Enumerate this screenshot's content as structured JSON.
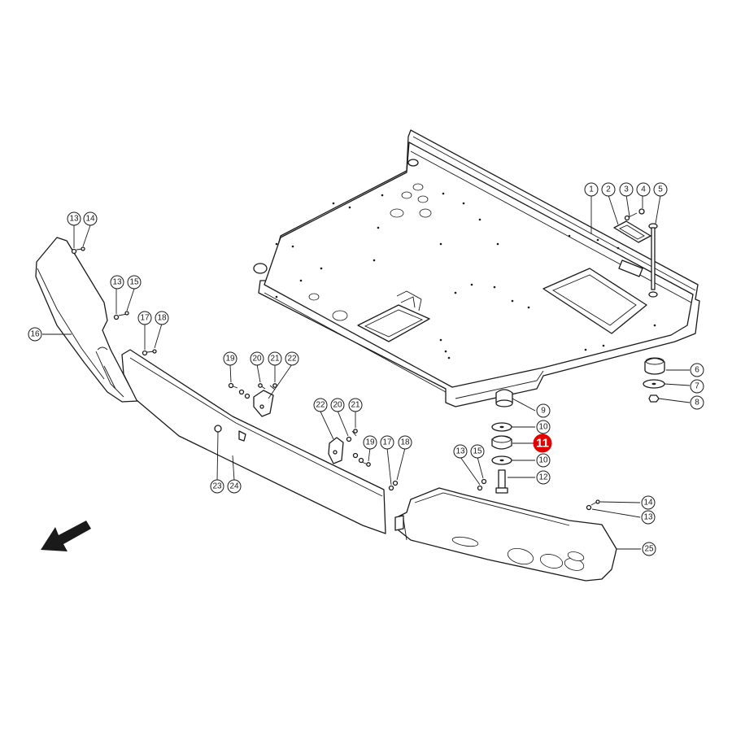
{
  "diagram": {
    "highlight_color": "#e50000",
    "line_color": "#1a1a1a",
    "direction_arrow": "arrow-icon",
    "highlighted_label": "11",
    "callouts": [
      {
        "id": "c1",
        "label": "1"
      },
      {
        "id": "c2",
        "label": "2"
      },
      {
        "id": "c3",
        "label": "3"
      },
      {
        "id": "c4",
        "label": "4"
      },
      {
        "id": "c5",
        "label": "5"
      },
      {
        "id": "c6",
        "label": "6"
      },
      {
        "id": "c7",
        "label": "7"
      },
      {
        "id": "c8",
        "label": "8"
      },
      {
        "id": "c9",
        "label": "9"
      },
      {
        "id": "c10a",
        "label": "10"
      },
      {
        "id": "c11",
        "label": "11"
      },
      {
        "id": "c10b",
        "label": "10"
      },
      {
        "id": "c12",
        "label": "12"
      },
      {
        "id": "c13a",
        "label": "13"
      },
      {
        "id": "c14a",
        "label": "14"
      },
      {
        "id": "c13b",
        "label": "13"
      },
      {
        "id": "c15a",
        "label": "15"
      },
      {
        "id": "c16",
        "label": "16"
      },
      {
        "id": "c17a",
        "label": "17"
      },
      {
        "id": "c18a",
        "label": "18"
      },
      {
        "id": "c19a",
        "label": "19"
      },
      {
        "id": "c20a",
        "label": "20"
      },
      {
        "id": "c21a",
        "label": "21"
      },
      {
        "id": "c22a",
        "label": "22"
      },
      {
        "id": "c22b",
        "label": "22"
      },
      {
        "id": "c20b",
        "label": "20"
      },
      {
        "id": "c21b",
        "label": "21"
      },
      {
        "id": "c19b",
        "label": "19"
      },
      {
        "id": "c17b",
        "label": "17"
      },
      {
        "id": "c18b",
        "label": "18"
      },
      {
        "id": "c13c",
        "label": "13"
      },
      {
        "id": "c15b",
        "label": "15"
      },
      {
        "id": "c14b",
        "label": "14"
      },
      {
        "id": "c13d",
        "label": "13"
      },
      {
        "id": "c23",
        "label": "23"
      },
      {
        "id": "c24",
        "label": "24"
      },
      {
        "id": "c25",
        "label": "25"
      }
    ]
  }
}
